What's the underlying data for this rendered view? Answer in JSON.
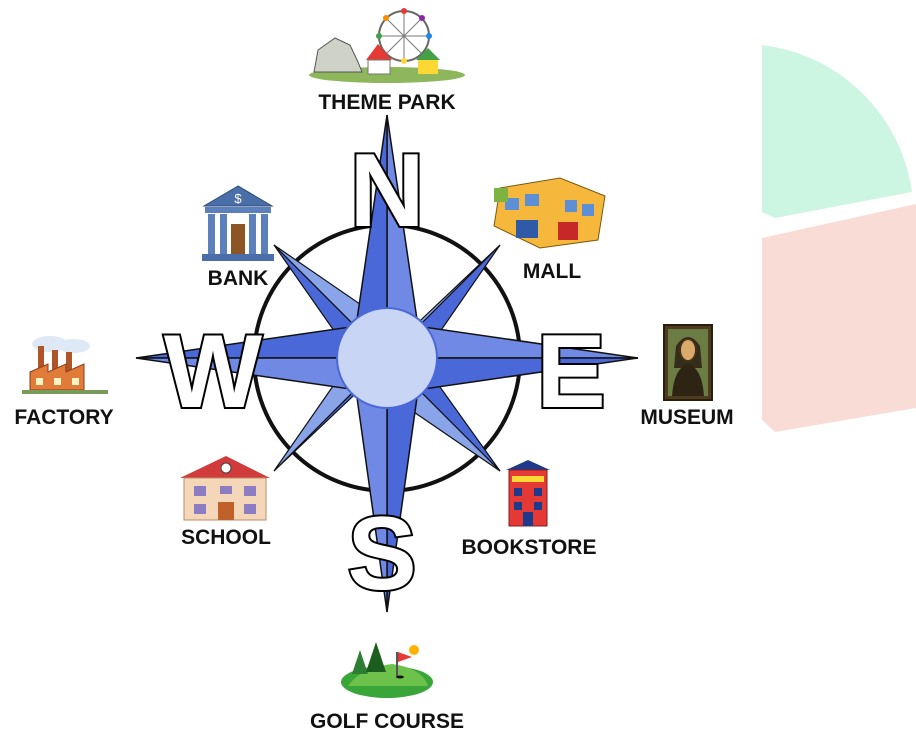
{
  "compass": {
    "north": "N",
    "south": "S",
    "east": "E",
    "west": "W"
  },
  "places": {
    "north": "THEME PARK",
    "northeast": "MALL",
    "east": "MUSEUM",
    "southeast": "BOOKSTORE",
    "south": "GOLF COURSE",
    "southwest": "SCHOOL",
    "west": "FACTORY",
    "northwest": "BANK"
  },
  "bank_sign": "$",
  "colors": {
    "rose_main": "#4a68d8",
    "rose_light": "#8aa4ea",
    "rose_center": "#c9d5f5",
    "pie_green": "#cdf6e2",
    "pie_red": "#fadcd6"
  }
}
